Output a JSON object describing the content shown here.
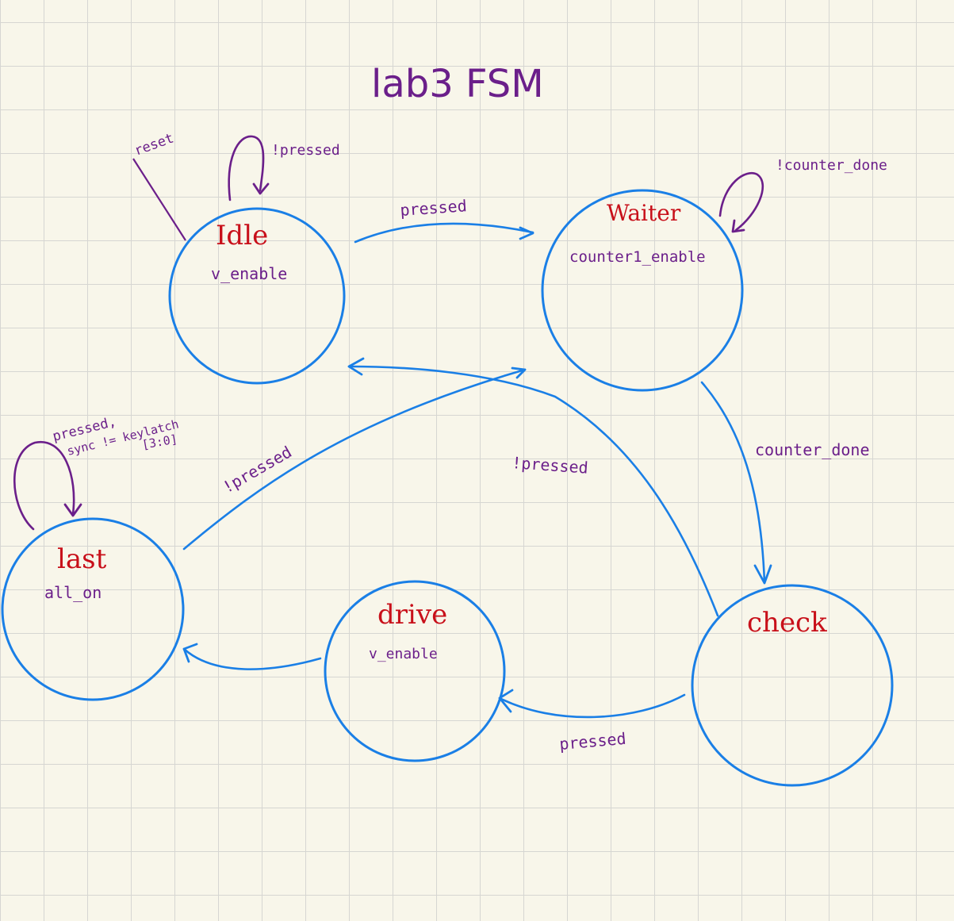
{
  "title": "lab3 FSM",
  "colors": {
    "state_circle": "#1a7fe6",
    "state_name": "#c8101a",
    "annotation": "#6b1f8a",
    "paper": "#f8f6ea",
    "grid": "#d6d6d2"
  },
  "states": {
    "idle": {
      "name": "Idle",
      "output": "v_enable"
    },
    "waiter": {
      "name": "Waiter",
      "output": "counter1_enable"
    },
    "last": {
      "name": "last",
      "output": "all_on"
    },
    "drive": {
      "name": "drive",
      "output": "v_enable"
    },
    "check": {
      "name": "check",
      "output": ""
    }
  },
  "transitions": {
    "reset": "reset",
    "idle_self": "!pressed",
    "idle_to_waiter": "pressed",
    "waiter_self": "!counter_done",
    "waiter_to_check": "counter_done",
    "check_to_idle": "!pressed",
    "check_to_drive": "pressed",
    "last_to_waiter": "!pressed",
    "last_self_line1": "pressed,",
    "last_self_line2": "sync != keylatch",
    "last_self_line3": "[3:0]"
  }
}
